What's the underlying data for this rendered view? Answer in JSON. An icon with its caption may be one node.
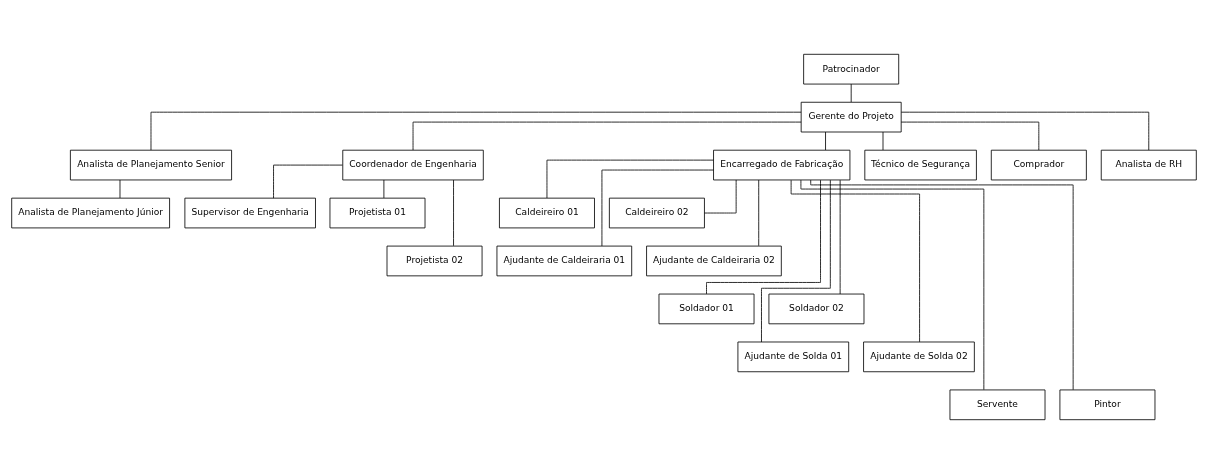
{
  "diagram": {
    "nodes": [
      {
        "text": [
          "Patrocinador"
        ]
      },
      {
        "text": [
          "Gerente do Projeto"
        ]
      },
      {
        "text": [
          "Analista de Planejamento Senior"
        ]
      },
      {
        "text": [
          "Analista de Planejamento Júnior"
        ]
      },
      {
        "text": [
          "Coordenador de Engenharia"
        ]
      },
      {
        "text": [
          "Supervisor de Engenharia"
        ]
      },
      {
        "text": [
          "Projetista 01"
        ]
      },
      {
        "text": [
          "Projetista 02"
        ]
      },
      {
        "text": [
          "Encarregado de Fabricação"
        ]
      },
      {
        "text": [
          "Caldeireiro 01"
        ]
      },
      {
        "text": [
          "Caldeireiro 02"
        ]
      },
      {
        "text": [
          "Ajudante de Caldeiraria 01"
        ]
      },
      {
        "text": [
          "Ajudante de Caldeiraria 02"
        ]
      },
      {
        "text": [
          "Soldador 01"
        ]
      },
      {
        "text": [
          "Soldador 02"
        ]
      },
      {
        "text": [
          "Ajudante de Solda 01"
        ]
      },
      {
        "text": [
          "Ajudante de Solda 02"
        ]
      },
      {
        "text": [
          "Servente"
        ]
      },
      {
        "text": [
          "Pintor"
        ]
      },
      {
        "text": [
          "Técnico de Segurança"
        ]
      },
      {
        "text": [
          "Comprador"
        ]
      },
      {
        "text": [
          "Analista de RH"
        ]
      }
    ],
    "edges": [
      {
        "from": 0,
        "to": 1,
        "arrow": "none"
      },
      {
        "from": 1,
        "to": 2,
        "arrow": "none"
      },
      {
        "from": 1,
        "to": 4,
        "arrow": "none"
      },
      {
        "from": 1,
        "to": 8,
        "arrow": "none"
      },
      {
        "from": 1,
        "to": 19,
        "arrow": "none"
      },
      {
        "from": 1,
        "to": 20,
        "arrow": "none"
      },
      {
        "from": 1,
        "to": 21,
        "arrow": "none"
      },
      {
        "from": 2,
        "to": 3,
        "arrow": "none"
      },
      {
        "from": 4,
        "to": 5,
        "arrow": "none"
      },
      {
        "from": 4,
        "to": 6,
        "arrow": "none"
      },
      {
        "from": 4,
        "to": 7,
        "arrow": "none"
      },
      {
        "from": 8,
        "to": 9,
        "arrow": "none"
      },
      {
        "from": 8,
        "to": 10,
        "arrow": "none"
      },
      {
        "from": 8,
        "to": 11,
        "arrow": "none"
      },
      {
        "from": 8,
        "to": 12,
        "arrow": "none"
      },
      {
        "from": 8,
        "to": 13,
        "arrow": "none"
      },
      {
        "from": 8,
        "to": 14,
        "arrow": "none"
      },
      {
        "from": 8,
        "to": 15,
        "arrow": "none"
      },
      {
        "from": 8,
        "to": 16,
        "arrow": "none"
      },
      {
        "from": 8,
        "to": 17,
        "arrow": "none"
      },
      {
        "from": 8,
        "to": 18,
        "arrow": "none"
      }
    ]
  }
}
